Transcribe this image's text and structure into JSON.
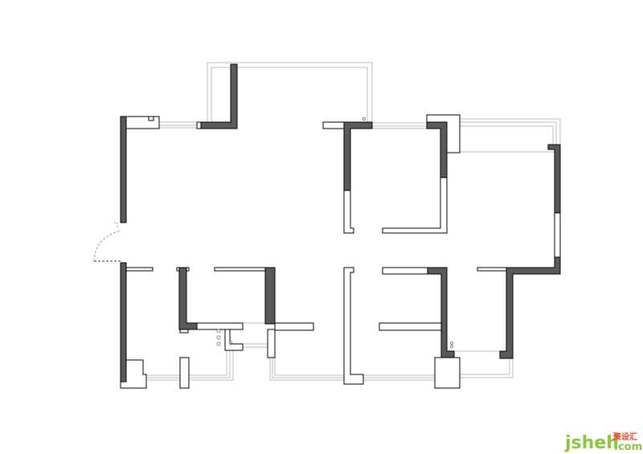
{
  "diagram": {
    "type": "floor-plan",
    "wall_color": "#5a5a5a",
    "window_color": "#bdbdbd"
  },
  "logo": {
    "name": "jsheh",
    "domain": ".com",
    "chinese": "聚设汇",
    "color": "#8cc63f",
    "accent": "#e8491d"
  }
}
